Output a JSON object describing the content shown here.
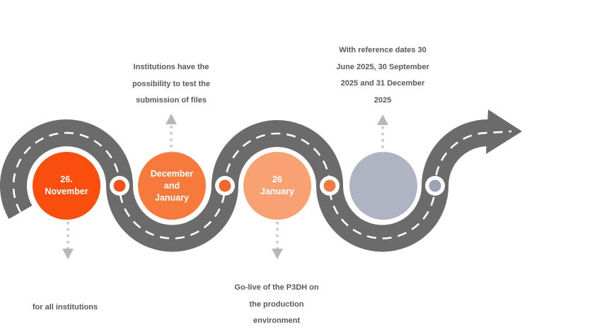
{
  "diagram": {
    "type": "timeline-roadmap",
    "background": "#FFFFFF",
    "annotation_color": "#595959"
  },
  "road": {
    "color": "#6B6B6B",
    "centerline_color": "#FFFFFF"
  },
  "dotted_arrow": {
    "dot_color": "#C8C8C8",
    "head_color": "#B4B8BC"
  },
  "milestones": [
    {
      "label": "26.\nNovember",
      "color": "#FA4E0F",
      "label_color": "#FFFFFF",
      "annotation": "for all institutions",
      "annotation_position": "below"
    },
    {
      "label": "December\nand\nJanuary",
      "color": "#F7793C",
      "label_color": "#FFFFFF",
      "annotation": "Institutions have the\npossibility to test the\nsubmission of files",
      "annotation_position": "above"
    },
    {
      "label": "26\nJanuary",
      "color": "#F9A173",
      "label_color": "#FFFFFF",
      "annotation": "Go-live of the P3DH on\nthe production\nenvironment",
      "annotation_position": "below"
    },
    {
      "label": "",
      "color": "#AEB4C2",
      "label_color": "#FFFFFF",
      "annotation": "With reference dates 30\nJune 2025, 30 September\n2025 and 31 December\n2025",
      "annotation_position": "above"
    }
  ],
  "markers": [
    {
      "ring": "#FFFFFF",
      "color": "#F5511A"
    },
    {
      "ring": "#FFFFFF",
      "color": "#F2672E"
    },
    {
      "ring": "#FFFFFF",
      "color": "#F07B45"
    },
    {
      "ring": "#FFFFFF",
      "color": "#9CA3B2"
    }
  ]
}
